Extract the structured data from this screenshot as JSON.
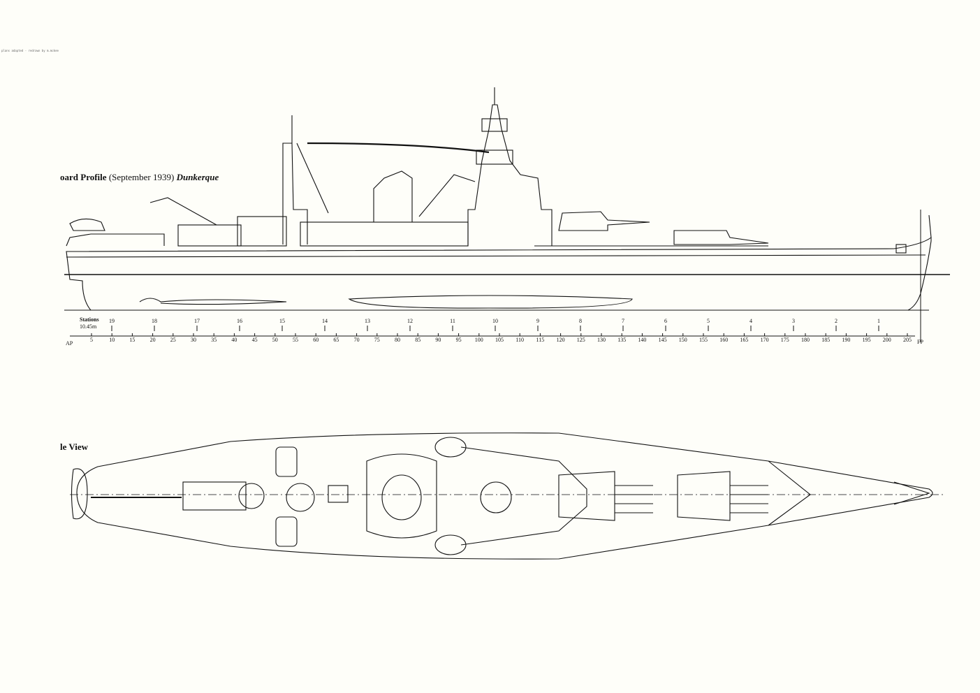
{
  "header_note": "plans adapted · redrawn by m.mckee",
  "profile": {
    "title_bold": "oard Profile",
    "title_date": "(September 1939)",
    "title_ship": "Dunkerque"
  },
  "plan": {
    "title": "le View"
  },
  "scale": {
    "stations_label": "Stations",
    "stations_spacing": "10.45m",
    "aft_label": "AP",
    "fwd_label": "FP",
    "stations": [
      "19",
      "18",
      "17",
      "16",
      "15",
      "14",
      "13",
      "12",
      "11",
      "10",
      "9",
      "8",
      "7",
      "6",
      "5",
      "4",
      "3",
      "2",
      "1"
    ],
    "frames": [
      "5",
      "10",
      "15",
      "20",
      "25",
      "30",
      "35",
      "40",
      "45",
      "50",
      "55",
      "60",
      "65",
      "70",
      "75",
      "80",
      "85",
      "90",
      "95",
      "100",
      "105",
      "110",
      "115",
      "120",
      "125",
      "130",
      "135",
      "140",
      "145",
      "150",
      "155",
      "160",
      "165",
      "170",
      "175",
      "180",
      "185",
      "190",
      "195",
      "200",
      "205"
    ]
  },
  "colors": {
    "paper": "#fefef9",
    "ink": "#111111"
  }
}
